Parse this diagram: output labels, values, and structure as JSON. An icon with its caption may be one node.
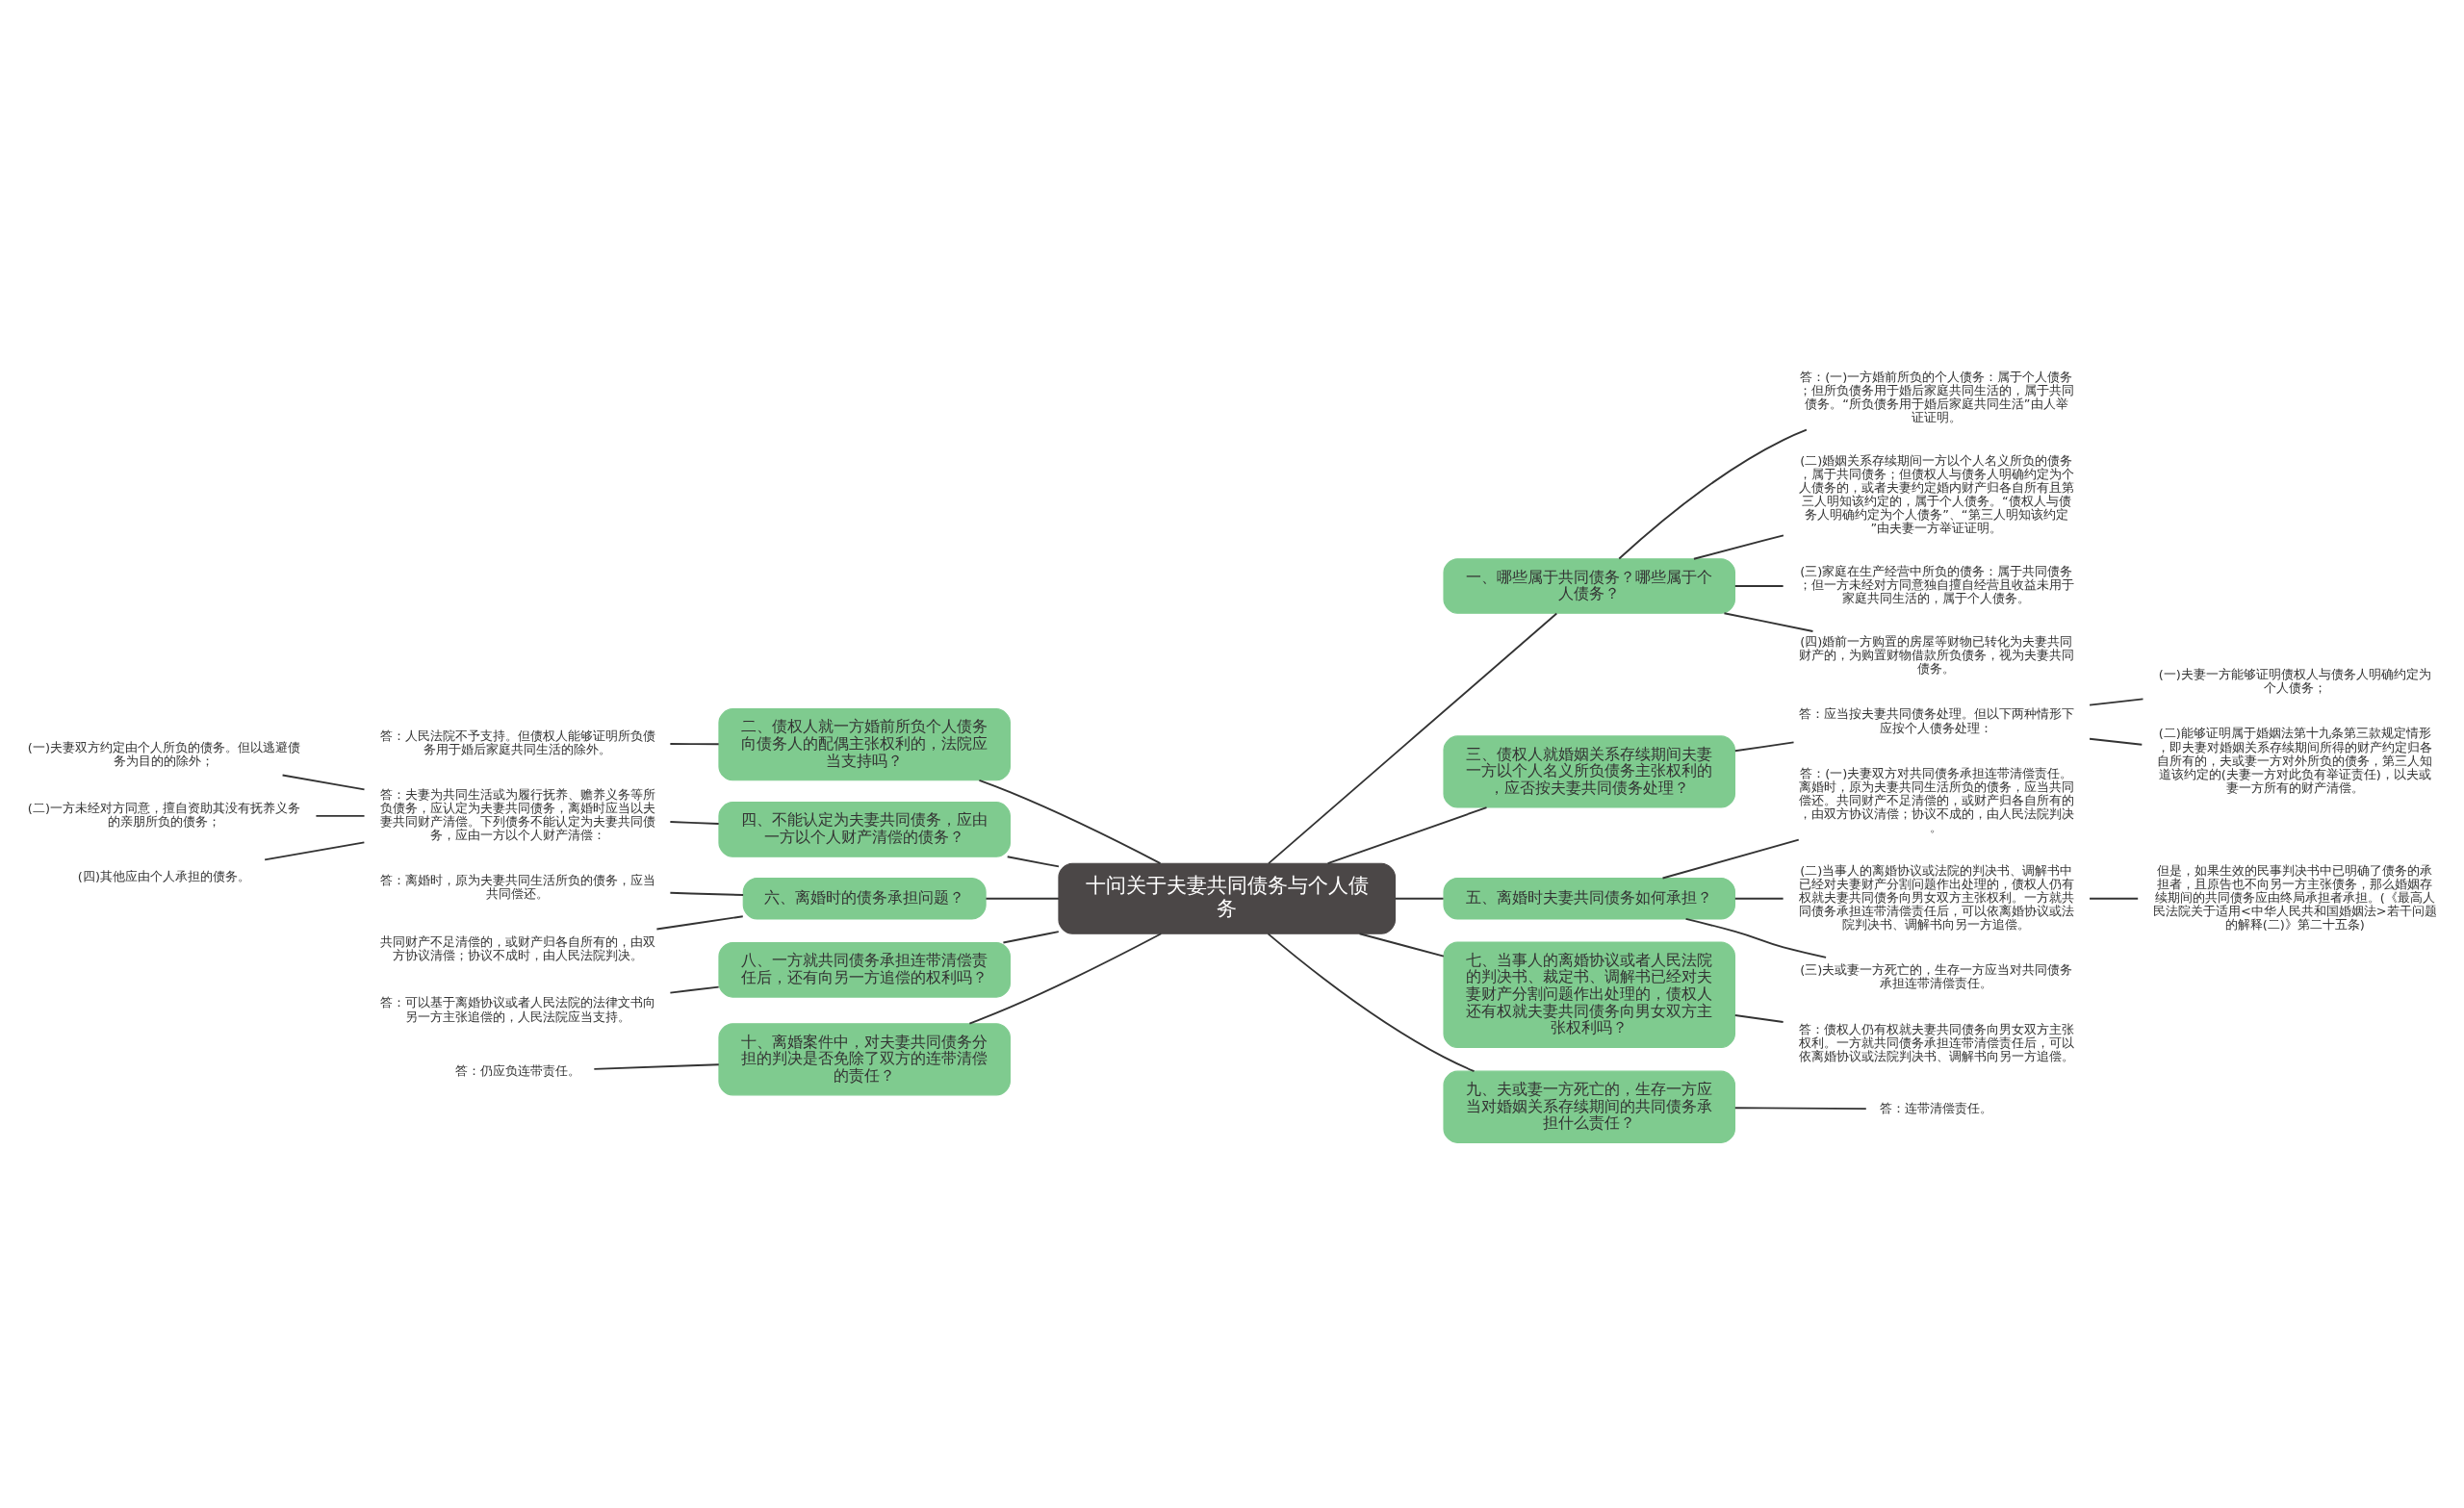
{
  "diagram": {
    "nodes": [
      {
        "text": [
          "十问关于夫妻共同债务与个人债务"
        ]
      },
      {
        "text": [
          "一、哪些属于共同债务？哪些属于个人债务？"
        ]
      },
      {
        "text": [
          "答：(一)一方婚前所负的个人债务：属于个人债务；但所负债务用于婚后家庭共同生活的，属于共同债务。“所负债务用于婚后家庭共同生活”由人举证证明。"
        ]
      },
      {
        "text": [
          "(二)婚姻关系存续期间一方以个人名义所负的债务，属于共同债务；但债权人与债务人明确约定为个人债务的，或者夫妻约定婚内财产归各自所有且第三人明知该约定的，属于个人债务。“债权人与债务人明确约定为个人债务”、“第三人明知该约定”由夫妻一方举证证明。"
        ]
      },
      {
        "text": [
          "(三)家庭在生产经营中所负的债务：属于共同债务；但一方未经对方同意独自擅自经营且收益未用于家庭共同生活的，属于个人债务。"
        ]
      },
      {
        "text": [
          "(四)婚前一方购置的房屋等财物已转化为夫妻共同财产的，为购置财物借款所负债务，视为夫妻共同债务。"
        ]
      },
      {
        "text": [
          "三、债权人就婚姻关系存续期间夫妻一方以个人名义所负债务主张权利的，应否按夫妻共同债务处理？"
        ]
      },
      {
        "text": [
          "答：应当按夫妻共同债务处理。但以下两种情形下应按个人债务处理："
        ]
      },
      {
        "text": [
          "(一)夫妻一方能够证明债权人与债务人明确约定为个人债务；"
        ]
      },
      {
        "text": [
          "(二)能够证明属于婚姻法第十九条第三款规定情形，即夫妻对婚姻关系存续期间所得的财产约定归各自所有的，夫或妻一方对外所负的债务，第三人知道该约定的(夫妻一方对此负有举证责任)，以夫或妻一方所有的财产清偿。"
        ]
      },
      {
        "text": [
          "五、离婚时夫妻共同债务如何承担？"
        ]
      },
      {
        "text": [
          "答：(一)夫妻双方对共同债务承担连带清偿责任。离婚时，原为夫妻共同生活所负的债务，应当共同偿还。共同财产不足清偿的，或财产归各自所有的，由双方协议清偿；协议不成的，由人民法院判决。"
        ]
      },
      {
        "text": [
          "(二)当事人的离婚协议或法院的判决书、调解书中已经对夫妻财产分割问题作出处理的，债权人仍有权就夫妻共同债务向男女双方主张权利。一方就共同债务承担连带清偿责任后，可以依离婚协议或法院判决书、调解书向另一方追偿。"
        ]
      },
      {
        "text": [
          "但是，如果生效的民事判决书中已明确了债务的承担者，且原告也不向另一方主张债务，那么婚姻存续期间的共同债务应由终局承担者承担。(《最高人民法院关于适用<中华人民共和国婚姻法>若干问题的解释(二)》第二十五条)"
        ]
      },
      {
        "text": [
          "(三)夫或妻一方死亡的，生存一方应当对共同债务承担连带清偿责任。"
        ]
      },
      {
        "text": [
          "七、当事人的离婚协议或者人民法院的判决书、裁定书、调解书已经对夫妻财产分割问题作出处理的，债权人还有权就夫妻共同债务向男女双方主张权利吗？"
        ]
      },
      {
        "text": [
          "答：债权人仍有权就夫妻共同债务向男女双方主张权利。一方就共同债务承担连带清偿责任后，可以依离婚协议或法院判决书、调解书向另一方追偿。"
        ]
      },
      {
        "text": [
          "九、夫或妻一方死亡的，生存一方应当对婚姻关系存续期间的共同债务承担什么责任？"
        ]
      },
      {
        "text": [
          "答：连带清偿责任。"
        ]
      },
      {
        "text": [
          "二、债权人就一方婚前所负个人债务向债务人的配偶主张权利的，法院应当支持吗？"
        ]
      },
      {
        "text": [
          "答：人民法院不予支持。但债权人能够证明所负债务用于婚后家庭共同生活的除外。"
        ]
      },
      {
        "text": [
          "四、不能认定为夫妻共同债务，应由一方以个人财产清偿的债务？"
        ]
      },
      {
        "text": [
          "答：夫妻为共同生活或为履行抚养、赡养义务等所负债务，应认定为夫妻共同债务，离婚时应当以夫妻共同财产清偿。下列债务不能认定为夫妻共同债务，应由一方以个人财产清偿："
        ]
      },
      {
        "text": [
          "(一)夫妻双方约定由个人所负的债务。但以逃避债务为目的的除外；"
        ]
      },
      {
        "text": [
          "(二)一方未经对方同意，擅自资助其没有抚养义务的亲朋所负的债务；"
        ]
      },
      {
        "text": [
          "(四)其他应由个人承担的债务。"
        ]
      },
      {
        "text": [
          "六、离婚时的债务承担问题？"
        ]
      },
      {
        "text": [
          "答：离婚时，原为夫妻共同生活所负的债务，应当共同偿还。"
        ]
      },
      {
        "text": [
          "共同财产不足清偿的，或财产归各自所有的，由双方协议清偿；协议不成时，由人民法院判决。"
        ]
      },
      {
        "text": [
          "八、一方就共同债务承担连带清偿责任后，还有向另一方追偿的权利吗？"
        ]
      },
      {
        "text": [
          "答：可以基于离婚协议或者人民法院的法律文书向另一方主张追偿的，人民法院应当支持。"
        ]
      },
      {
        "text": [
          "十、离婚案件中，对夫妻共同债务分担的判决是否免除了双方的连带清偿的责任？"
        ]
      },
      {
        "text": [
          "答：仍应负连带责任。"
        ]
      }
    ],
    "edges": [
      {
        "from": 0,
        "to": 1,
        "arrow": "none"
      },
      {
        "from": 1,
        "to": 2,
        "arrow": "none"
      },
      {
        "from": 1,
        "to": 3,
        "arrow": "none"
      },
      {
        "from": 1,
        "to": 4,
        "arrow": "none"
      },
      {
        "from": 1,
        "to": 5,
        "arrow": "none"
      },
      {
        "from": 0,
        "to": 6,
        "arrow": "none"
      },
      {
        "from": 6,
        "to": 7,
        "arrow": "none"
      },
      {
        "from": 7,
        "to": 8,
        "arrow": "none"
      },
      {
        "from": 7,
        "to": 9,
        "arrow": "none"
      },
      {
        "from": 0,
        "to": 10,
        "arrow": "none"
      },
      {
        "from": 10,
        "to": 11,
        "arrow": "none"
      },
      {
        "from": 10,
        "to": 12,
        "arrow": "none"
      },
      {
        "from": 12,
        "to": 13,
        "arrow": "none"
      },
      {
        "from": 10,
        "to": 14,
        "arrow": "none"
      },
      {
        "from": 0,
        "to": 15,
        "arrow": "none"
      },
      {
        "from": 15,
        "to": 16,
        "arrow": "none"
      },
      {
        "from": 0,
        "to": 17,
        "arrow": "none"
      },
      {
        "from": 17,
        "to": 18,
        "arrow": "none"
      },
      {
        "from": 0,
        "to": 19,
        "arrow": "none"
      },
      {
        "from": 19,
        "to": 20,
        "arrow": "none"
      },
      {
        "from": 0,
        "to": 21,
        "arrow": "none"
      },
      {
        "from": 21,
        "to": 22,
        "arrow": "none"
      },
      {
        "from": 22,
        "to": 23,
        "arrow": "none"
      },
      {
        "from": 22,
        "to": 24,
        "arrow": "none"
      },
      {
        "from": 22,
        "to": 25,
        "arrow": "none"
      },
      {
        "from": 0,
        "to": 26,
        "arrow": "none"
      },
      {
        "from": 26,
        "to": 27,
        "arrow": "none"
      },
      {
        "from": 26,
        "to": 28,
        "arrow": "none"
      },
      {
        "from": 0,
        "to": 29,
        "arrow": "none"
      },
      {
        "from": 29,
        "to": 30,
        "arrow": "none"
      },
      {
        "from": 0,
        "to": 31,
        "arrow": "none"
      },
      {
        "from": 31,
        "to": 32,
        "arrow": "none"
      }
    ]
  }
}
